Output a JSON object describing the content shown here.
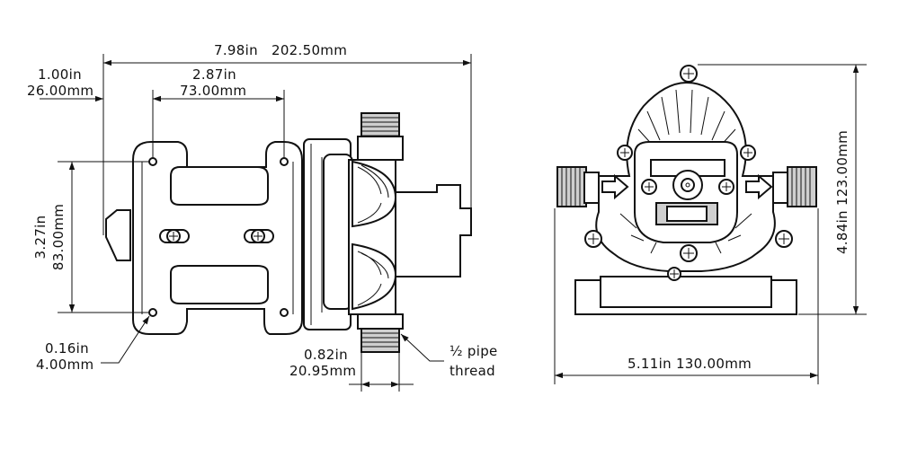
{
  "dimensions": {
    "overall_length": {
      "in": "7.98in",
      "mm": "202.50mm"
    },
    "mount_offset": {
      "in": "1.00in",
      "mm": "26.00mm"
    },
    "hole_spacing_length": {
      "in": "2.87in",
      "mm": "73.00mm"
    },
    "hole_spacing_width": {
      "in": "3.27in",
      "mm": "83.00mm"
    },
    "hole_diameter": {
      "in": "0.16in",
      "mm": "4.00mm"
    },
    "port_diameter": {
      "in": "0.82in",
      "mm": "20.95mm"
    },
    "thread_note": {
      "line1": "½ pipe",
      "line2": "thread"
    },
    "front_width": {
      "label": "5.11in  130.00mm"
    },
    "front_height": {
      "label": "4.84in  123.00mm"
    }
  },
  "colors": {
    "line": "#111111",
    "background": "#ffffff",
    "shade": "#cfcfcf"
  }
}
